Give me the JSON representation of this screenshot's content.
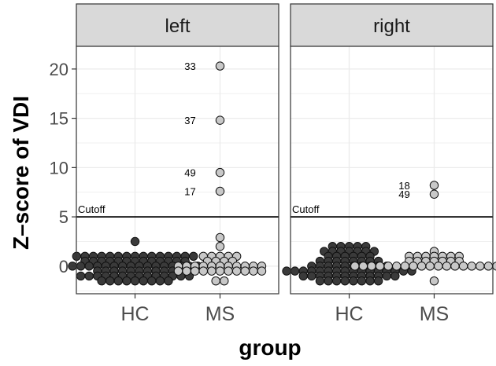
{
  "chart_data": {
    "type": "scatter",
    "subtype": "beeswarm-faceted",
    "xlabel": "group",
    "ylabel": "Z–score of VDI",
    "ylim": [
      -2.8,
      22.3
    ],
    "yticks": [
      0,
      5,
      10,
      15,
      20
    ],
    "categories": [
      "HC",
      "MS"
    ],
    "cutoff": {
      "value": 5,
      "label": "Cutoff"
    },
    "colors": {
      "HC": "#3a3a3a",
      "MS": "#c8c8c8",
      "outline": "#111111",
      "strip_bg": "#d9d9d9",
      "grid": "#ebebeb"
    },
    "grid": true,
    "panels": [
      {
        "name": "left",
        "series": [
          {
            "name": "HC",
            "values": [
              2.5,
              1,
              1,
              1,
              1,
              1,
              1,
              1,
              1,
              1,
              1,
              1,
              1,
              1,
              1,
              1,
              0.5,
              0.5,
              0.5,
              0.5,
              0.5,
              0.5,
              0.5,
              0.5,
              0.5,
              0.5,
              0.5,
              0.5,
              0.5,
              0,
              0,
              0,
              0,
              0,
              0,
              0,
              0,
              0,
              0,
              0,
              0,
              0,
              0,
              0,
              0,
              -0.5,
              -0.5,
              -0.5,
              -0.5,
              -0.5,
              -0.5,
              -0.5,
              -0.5,
              -0.5,
              -0.5,
              -1,
              -1,
              -1,
              -1,
              -1,
              -1,
              -1,
              -1,
              -1,
              -1,
              -1,
              -1,
              -1,
              -1,
              -1.5,
              -1.5,
              -1.5,
              -1.5,
              -1.5,
              -1.5,
              -1.5,
              -1.5,
              -1.5
            ]
          },
          {
            "name": "MS",
            "values": [
              20.3,
              14.8,
              9.5,
              7.6,
              2.9,
              2,
              1,
              1,
              1,
              1,
              1,
              0.5,
              0.5,
              0.5,
              0.5,
              0,
              0,
              0,
              0,
              0,
              0,
              0,
              0,
              0,
              0,
              0,
              -0.5,
              -0.5,
              -0.5,
              -0.5,
              -0.5,
              -0.5,
              -0.5,
              -0.5,
              -0.5,
              -0.5,
              -0.5,
              -1.5,
              -1.5
            ]
          }
        ],
        "labels": [
          {
            "text": "33",
            "category": "MS",
            "y": 20.3
          },
          {
            "text": "37",
            "category": "MS",
            "y": 14.8
          },
          {
            "text": "49",
            "category": "MS",
            "y": 9.5
          },
          {
            "text": "17",
            "category": "MS",
            "y": 7.6
          }
        ]
      },
      {
        "name": "right",
        "series": [
          {
            "name": "HC",
            "values": [
              2,
              2,
              2,
              2,
              2,
              1.5,
              1.5,
              1.5,
              1.5,
              1.5,
              1.5,
              1.5,
              1,
              1,
              1,
              1,
              1,
              1,
              0.5,
              0.5,
              0.5,
              0.5,
              0.5,
              0.5,
              0.5,
              0.5,
              0,
              0,
              0,
              0,
              0,
              0,
              0,
              0,
              0,
              0,
              -0.5,
              -0.5,
              -0.5,
              -0.5,
              -0.5,
              -0.5,
              -0.5,
              -0.5,
              -0.5,
              -0.5,
              -0.5,
              -0.5,
              -0.5,
              -0.5,
              -0.5,
              -0.5,
              -1,
              -1,
              -1,
              -1,
              -1,
              -1,
              -1,
              -1,
              -1,
              -1,
              -1,
              -1,
              -1.5,
              -1.5,
              -1.5,
              -1.5,
              -1.5,
              -1.5,
              -1.5,
              -1.5
            ]
          },
          {
            "name": "MS",
            "values": [
              8.2,
              7.3,
              1.5,
              1,
              1,
              1,
              1,
              1,
              1,
              1,
              0.5,
              0.5,
              0.5,
              0.5,
              0.5,
              0.5,
              0.5,
              0,
              0,
              0,
              0,
              0,
              0,
              0,
              0,
              0,
              0,
              0,
              0,
              0,
              0,
              0,
              0,
              0,
              0,
              0,
              0,
              -1.5
            ]
          }
        ],
        "labels": [
          {
            "text": "18",
            "category": "MS",
            "y": 8.2
          },
          {
            "text": "49",
            "category": "MS",
            "y": 7.3
          }
        ]
      }
    ]
  }
}
